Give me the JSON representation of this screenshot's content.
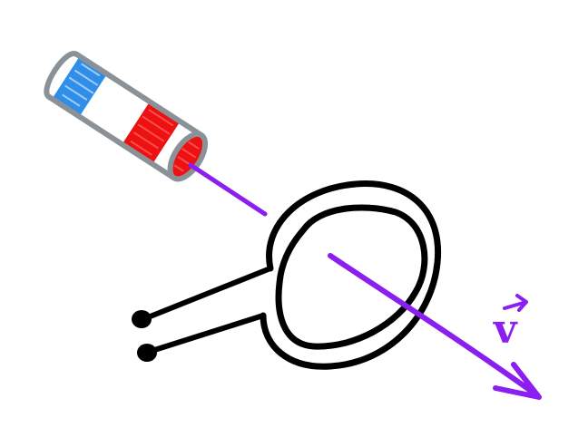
{
  "diagram": {
    "velocity_label": "v",
    "colors": {
      "background": "#ffffff",
      "ink": "#000000",
      "magnet_casing": "#8a9298",
      "magnet_north": "#2f8fe8",
      "magnet_south": "#ee1111",
      "vector": "#8a1ff0"
    },
    "elements": [
      "bar-magnet",
      "wire-loop",
      "lead-terminals",
      "velocity-arrow"
    ]
  }
}
